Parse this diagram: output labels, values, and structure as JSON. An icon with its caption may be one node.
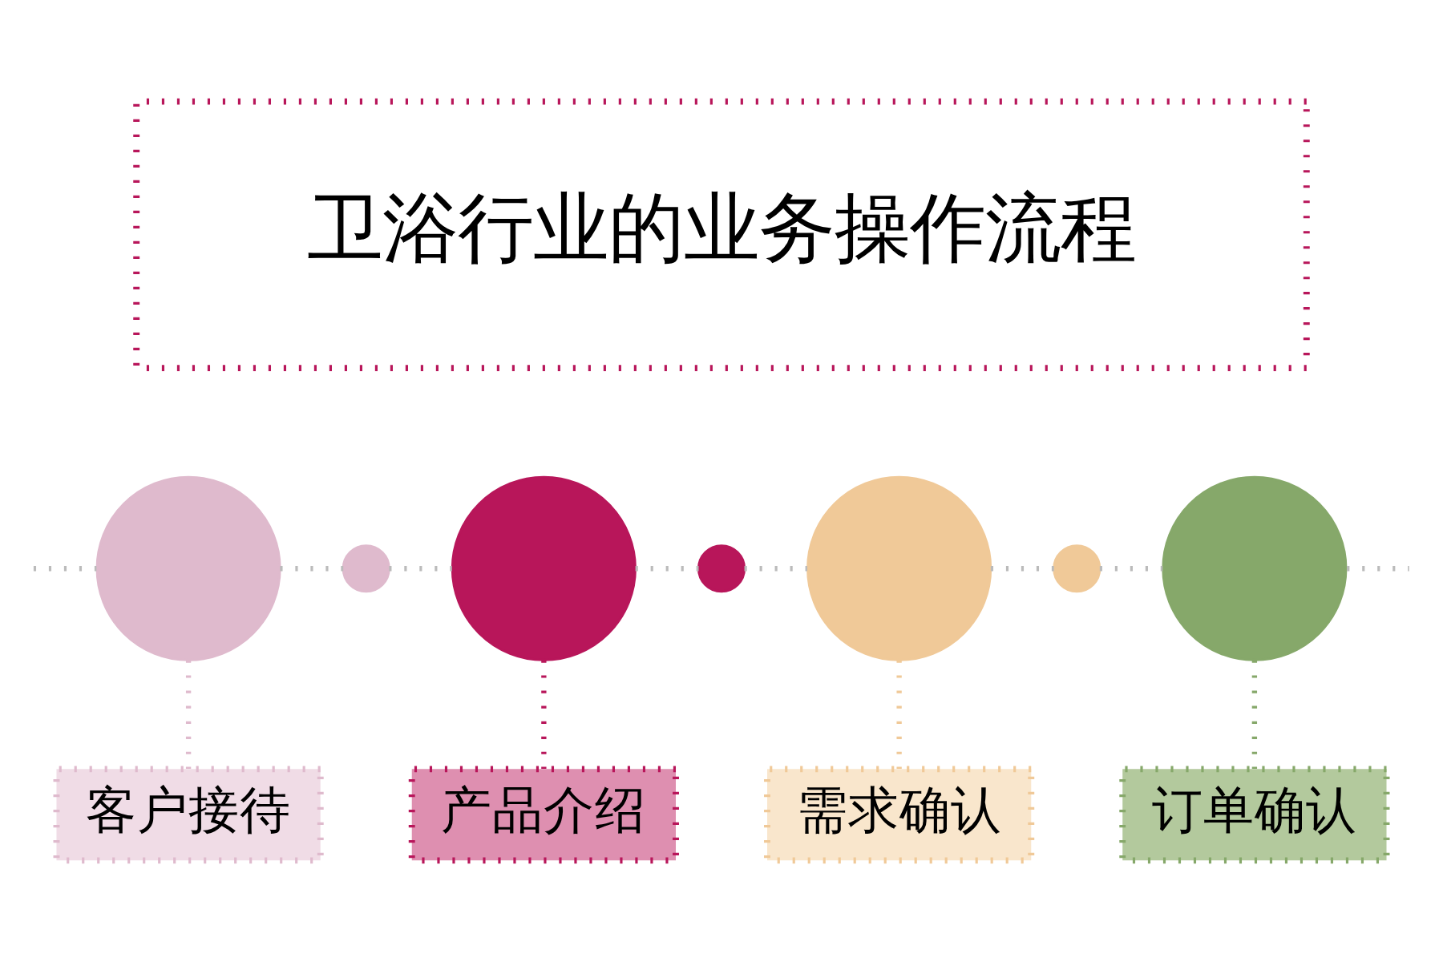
{
  "diagram": {
    "nodes": [
      {
        "text": [
          "卫浴行业的业务操作流程"
        ]
      },
      {
        "text": [],
        "shape": "circle"
      },
      {
        "text": [],
        "shape": "circle"
      },
      {
        "text": [],
        "shape": "circle"
      },
      {
        "text": [],
        "shape": "circle"
      },
      {
        "text": [],
        "shape": "circle"
      },
      {
        "text": [],
        "shape": "circle"
      },
      {
        "text": [],
        "shape": "circle"
      },
      {
        "text": [
          "客户接待"
        ]
      },
      {
        "text": [
          "产品介绍"
        ]
      },
      {
        "text": [
          "需求确认"
        ]
      },
      {
        "text": [
          "订单确认"
        ]
      }
    ],
    "edges": [
      {
        "from": null,
        "to": 1,
        "arrow": "none"
      },
      {
        "from": 1,
        "to": 2,
        "arrow": "none"
      },
      {
        "from": 2,
        "to": 3,
        "arrow": "none"
      },
      {
        "from": 3,
        "to": 4,
        "arrow": "none"
      },
      {
        "from": 4,
        "to": 5,
        "arrow": "none"
      },
      {
        "from": 5,
        "to": 6,
        "arrow": "none"
      },
      {
        "from": 6,
        "to": 7,
        "arrow": "none"
      },
      {
        "from": 7,
        "to": null,
        "arrow": "none"
      },
      {
        "from": 1,
        "to": 8,
        "arrow": "none",
        "color": "#dfbacd"
      },
      {
        "from": 3,
        "to": 9,
        "arrow": "none",
        "color": "#b8165a"
      },
      {
        "from": 5,
        "to": 10,
        "arrow": "none",
        "color": "#f0c998"
      },
      {
        "from": 7,
        "to": 11,
        "arrow": "none",
        "color": "#86a86a"
      }
    ]
  }
}
